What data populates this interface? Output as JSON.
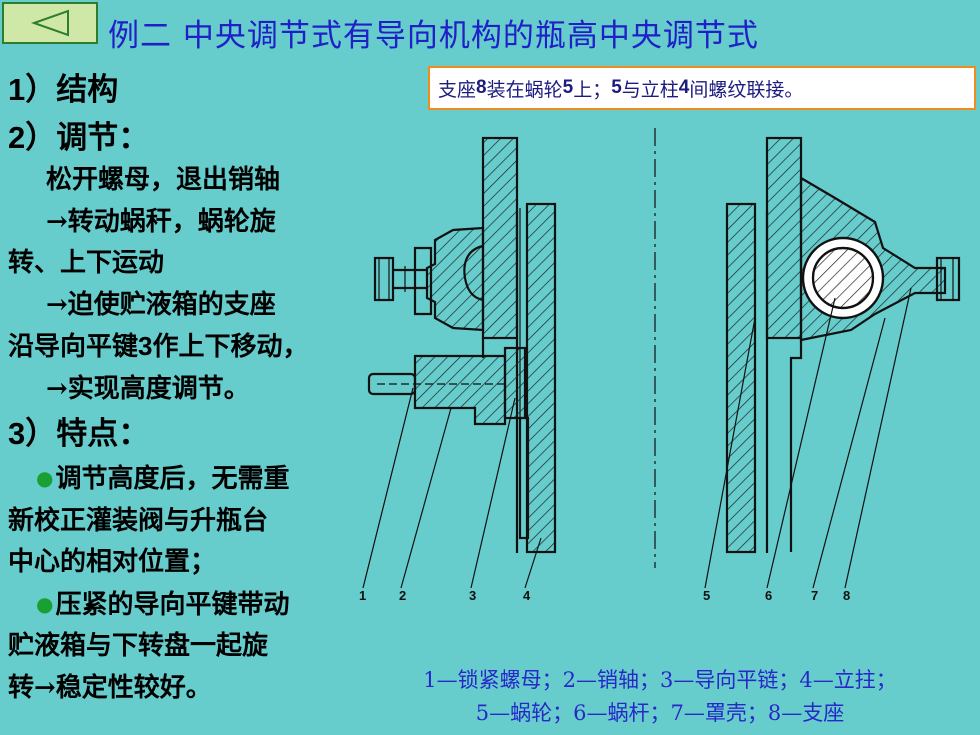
{
  "title": "例二  中央调节式有导向机构的瓶高中央调节式",
  "note": {
    "part1": "支座",
    "n1": "8",
    "part2": "装在蜗轮",
    "n2": "5",
    "part3": "上；",
    "n3": "5",
    "part4": "与立柱",
    "n4": "4",
    "part5": "间螺纹联接。"
  },
  "sections": {
    "s1": {
      "num": "1",
      "label": "）结构"
    },
    "s2": {
      "num": "2",
      "label": "）调节："
    },
    "s3": {
      "num": "3",
      "label": "）特点："
    }
  },
  "adjust_lines": {
    "l1": "松开螺母，退出销轴",
    "l2": "→转动蜗秆，蜗轮旋",
    "l3": "转、上下运动",
    "l4": "→迫使贮液箱的支座",
    "l5a": "沿导向平键",
    "l5n": "3",
    "l5b": "作上下移动，",
    "l6": "→实现高度调节。"
  },
  "feature_lines": {
    "f1": "调节高度后，无需重",
    "f2": "新校正灌装阀与升瓶台",
    "f3": "中心的相对位置；",
    "f4": "压紧的导向平键带动",
    "f5": "贮液箱与下转盘一起旋",
    "f6": "转→稳定性较好。"
  },
  "drawing_labels": [
    "1",
    "2",
    "3",
    "4",
    "5",
    "6",
    "7",
    "8"
  ],
  "caption": {
    "line1": [
      "1—锁紧螺母；",
      "2—销轴；",
      "3—导向平链；",
      "4—立拄；"
    ],
    "line2": [
      "5—蜗轮；",
      "6—蜗杆；",
      "7—罩壳；",
      "8—支座"
    ]
  },
  "icons": {
    "back": "triangle-left-icon",
    "bullet": "green-dot-icon"
  },
  "colors": {
    "background": "#66cccc",
    "title": "#2020c8",
    "note_border": "#f08c1e",
    "caption": "#2828c8",
    "bullet": "#1aa032"
  }
}
